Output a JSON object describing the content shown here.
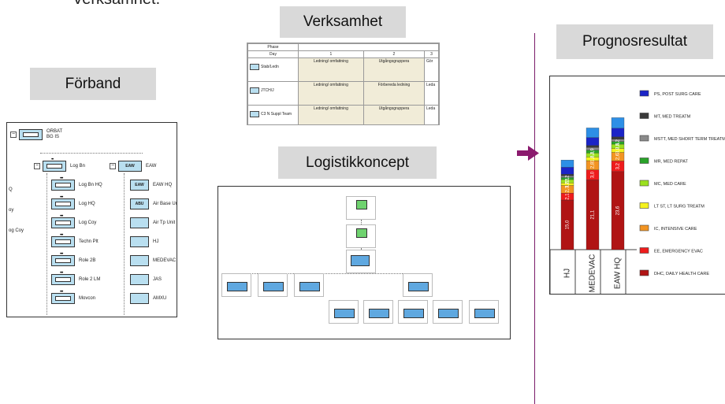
{
  "top_text": "Verksamhet.",
  "labels": {
    "forband": "Förband",
    "verksamhet": "Verksamhet",
    "logistikkoncept": "Logistikkoncept",
    "prognosresultat": "Prognosresultat"
  },
  "orbat": {
    "root": {
      "title": "ORBAT",
      "sub": "BG IS"
    },
    "log_bn": "Log Bn",
    "eaw": "EAW",
    "eaw_box": "EAW",
    "left_items": [
      "Log Bn HQ",
      "Log HQ",
      "Log Coy",
      "Techn Plt",
      "Role 2B",
      "Role 2 LM",
      "Movcon"
    ],
    "right_items": [
      "EAW HQ",
      "Air Base Unit",
      "Air Tp Unit",
      "HJ",
      "MEDEVAC",
      "JAS",
      "AMXU"
    ],
    "right_box_labels": [
      "EAW",
      "ABU",
      "",
      "",
      "",
      "",
      ""
    ],
    "left_cut": [
      "Q",
      "oy",
      "og Coy"
    ]
  },
  "schedule": {
    "phase_label": "Phase",
    "day_label": "Day",
    "days": [
      "1",
      "2",
      "3"
    ],
    "rows": [
      {
        "unit": "Stab/Ledn",
        "c1": "Ledning/ omfattning",
        "c2": "Utgångsgruppera",
        "c3": "Gör"
      },
      {
        "unit": "JTCH/J",
        "c1": "Ledning/ omfattning",
        "c2": "Förbereda ledning",
        "c3": "Leda"
      },
      {
        "unit": "C3 N Suppl Team",
        "c1": "Ledning/ omfattning",
        "c2": "Utgångsgruppera",
        "c3": "Leda"
      }
    ]
  },
  "chart_data": {
    "type": "bar",
    "stacked": true,
    "categories": [
      "HJ",
      "MEDEVAC",
      "EAW HQ"
    ],
    "legend_placement": "right",
    "series": [
      {
        "name": "DHC, DAILY HEALTH CARE",
        "color": "#b01414",
        "values": [
          15.0,
          21.1,
          23.6
        ]
      },
      {
        "name": "EE, EMERGENCY EVAC",
        "color": "#ee1c1c",
        "values": [
          2.1,
          3.0,
          3.2
        ]
      },
      {
        "name": "IC, INTENSIVE CARE",
        "color": "#f29422",
        "values": [
          2.3,
          2.8,
          2.6
        ]
      },
      {
        "name": "LT ST, LT SURG TREATM",
        "color": "#f5f21e",
        "values": [
          0.8,
          1.1,
          1.2
        ]
      },
      {
        "name": "MC, MED CARE",
        "color": "#9be11e",
        "values": [
          1.0,
          1.2,
          1.3
        ]
      },
      {
        "name": "MR, MED REPAT",
        "color": "#29a329",
        "values": [
          0.6,
          0.9,
          0.8
        ]
      },
      {
        "name": "MSTT, MED SHORT TERM TREATM",
        "color": "#8a8a8a",
        "values": [
          0.5,
          0.8,
          0.7
        ]
      },
      {
        "name": "MT, MED TREATM",
        "color": "#3a3a3a",
        "values": [
          0.5,
          0.6,
          0.7
        ]
      },
      {
        "name": "PS, POST SURG CARE",
        "color": "#1b24c7",
        "values": [
          2.1,
          2.4,
          2.6
        ]
      }
    ],
    "extra_top": [
      {
        "color": "#2d8fe6",
        "values": [
          2.2,
          2.9,
          3.2
        ]
      }
    ],
    "labels": {
      "HJ": [
        "15,0",
        "2,1",
        "2,3",
        "1,0",
        "2,1",
        "2,2"
      ],
      "MEDEVAC": [
        "21,1",
        "3,0",
        "2,8",
        "1,6",
        "2,4",
        "2,9"
      ],
      "EAW HQ": [
        "23,6",
        "3,2",
        "2,6",
        "3,0",
        "2,6",
        "3,2"
      ]
    }
  }
}
